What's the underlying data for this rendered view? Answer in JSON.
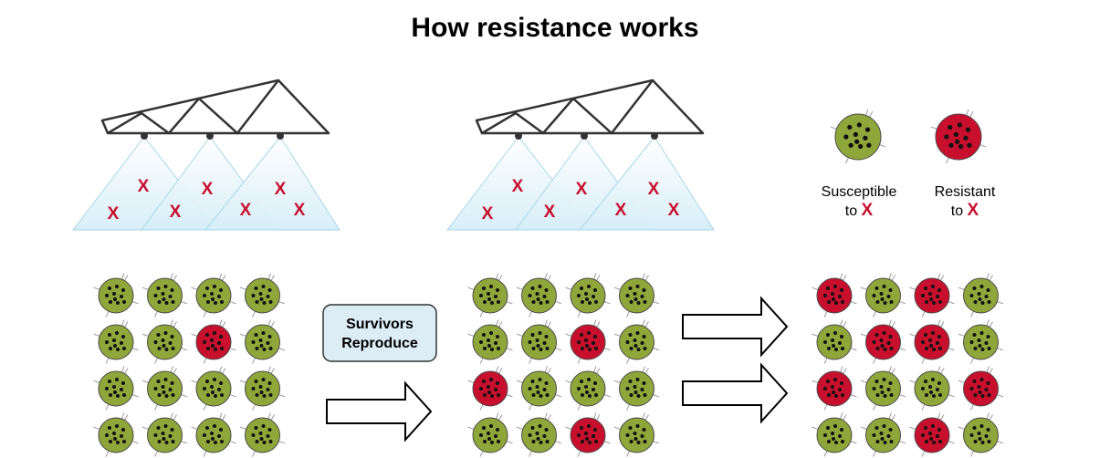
{
  "title": "How resistance works",
  "treatment_mark": "X",
  "legend": {
    "susceptible": {
      "line1": "Susceptible",
      "line2": "to",
      "mark": "X"
    },
    "resistant": {
      "line1": "Resistant",
      "line2": "to",
      "mark": "X"
    }
  },
  "process_box": {
    "line1": "Survivors",
    "line2": "Reproduce"
  },
  "colors": {
    "susceptible": "#8fa63a",
    "resistant": "#c8102e",
    "mark": "#c8102e",
    "spray": "#dff1f8",
    "box_fill": "#dcedf6"
  },
  "populations": [
    {
      "name": "generation-1",
      "rows": [
        [
          "S",
          "S",
          "S",
          "S"
        ],
        [
          "S",
          "S",
          "R",
          "S"
        ],
        [
          "S",
          "S",
          "S",
          "S"
        ],
        [
          "S",
          "S",
          "S",
          "S"
        ]
      ]
    },
    {
      "name": "generation-2",
      "rows": [
        [
          "S",
          "S",
          "S",
          "S"
        ],
        [
          "S",
          "S",
          "R",
          "S"
        ],
        [
          "R",
          "S",
          "S",
          "S"
        ],
        [
          "S",
          "S",
          "R",
          "S"
        ]
      ]
    },
    {
      "name": "generation-3",
      "rows": [
        [
          "R",
          "S",
          "R",
          "S"
        ],
        [
          "S",
          "R",
          "R",
          "S"
        ],
        [
          "R",
          "S",
          "S",
          "R"
        ],
        [
          "S",
          "S",
          "R",
          "S"
        ]
      ]
    }
  ]
}
